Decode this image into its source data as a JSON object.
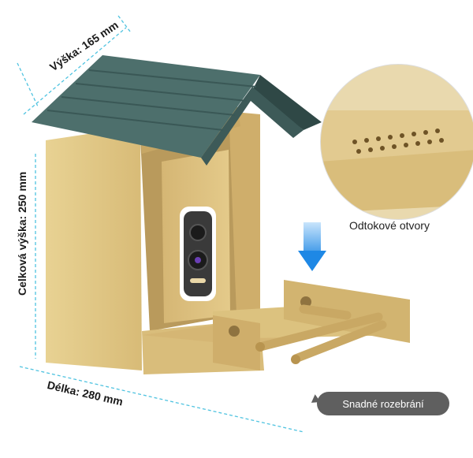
{
  "labels": {
    "height": "Výška: 165 mm",
    "total_height": "Celková výška: 250 mm",
    "length": "Délka: 280 mm",
    "drain_holes": "Odtokové otvory",
    "easy_disassembly": "Snadné rozebrání"
  },
  "colors": {
    "wood": "#e3c987",
    "wood_dark": "#c9a864",
    "roof": "#4d6f6c",
    "roof_dark": "#2f4846",
    "camera": "#3a3a3a",
    "dimension_line": "#4fc3e0",
    "arrow": "#1e88e5",
    "pill": "#5f5f5f"
  },
  "icons": [
    "down-arrow-icon",
    "camera-lens-icon"
  ]
}
